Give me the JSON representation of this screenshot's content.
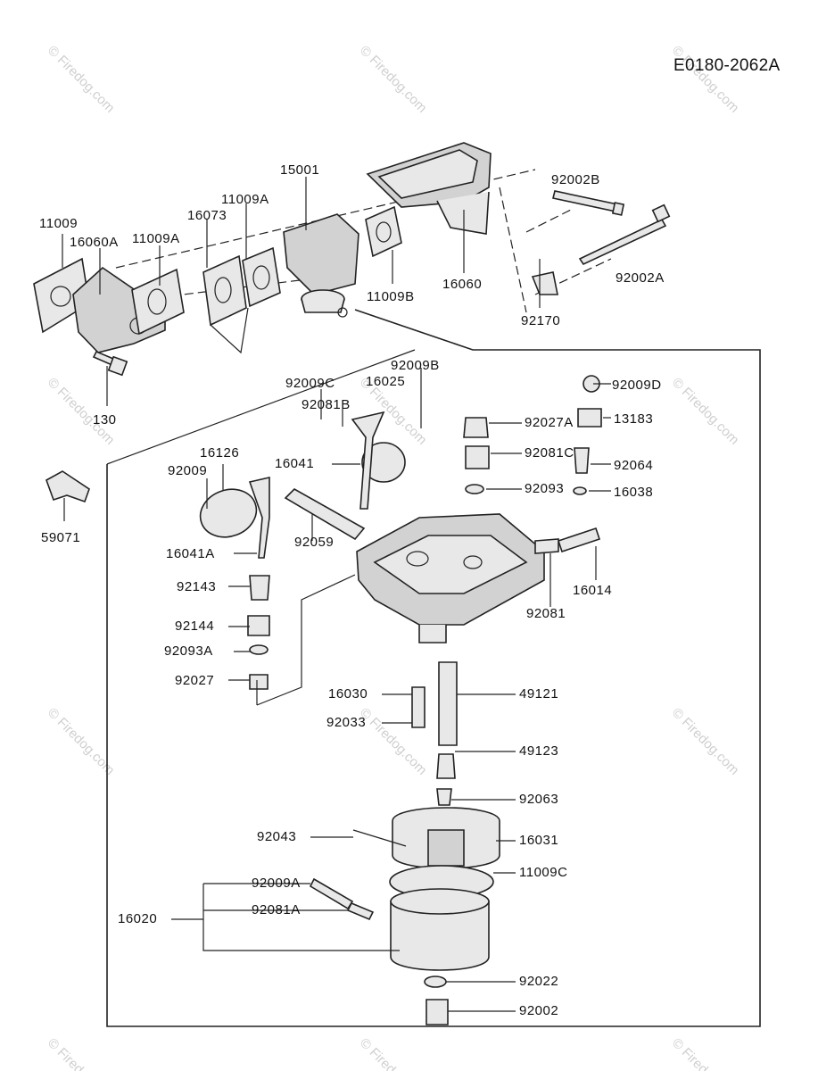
{
  "drawing_id": "E0180-2062A",
  "watermark": "© Firedog.com",
  "labels": {
    "p11009": "11009",
    "p16060A": "16060A",
    "p11009A_1": "11009A",
    "p16073": "16073",
    "p11009A_2": "11009A",
    "p15001": "15001",
    "p92002B": "92002B",
    "p92002A": "92002A",
    "p16060": "16060",
    "p11009B": "11009B",
    "p92170": "92170",
    "p130": "130",
    "p59071": "59071",
    "p92009C": "92009C",
    "p16025": "16025",
    "p92009B": "92009B",
    "p92081B": "92081B",
    "p92027A": "92027A",
    "p92009D": "92009D",
    "p13183": "13183",
    "p16126": "16126",
    "p92009": "92009",
    "p16041": "16041",
    "p92081C": "92081C",
    "p92064": "92064",
    "p92093": "92093",
    "p16038": "16038",
    "p92059": "92059",
    "p16041A": "16041A",
    "p16014": "16014",
    "p92143": "92143",
    "p92081": "92081",
    "p92144": "92144",
    "p92093A": "92093A",
    "p92027": "92027",
    "p16030": "16030",
    "p49121": "49121",
    "p92033": "92033",
    "p49123": "49123",
    "p92063": "92063",
    "p92043": "92043",
    "p16031": "16031",
    "p11009C": "11009C",
    "p92009A": "92009A",
    "p16020": "16020",
    "p92081A": "92081A",
    "p92022": "92022",
    "p92002": "92002"
  }
}
